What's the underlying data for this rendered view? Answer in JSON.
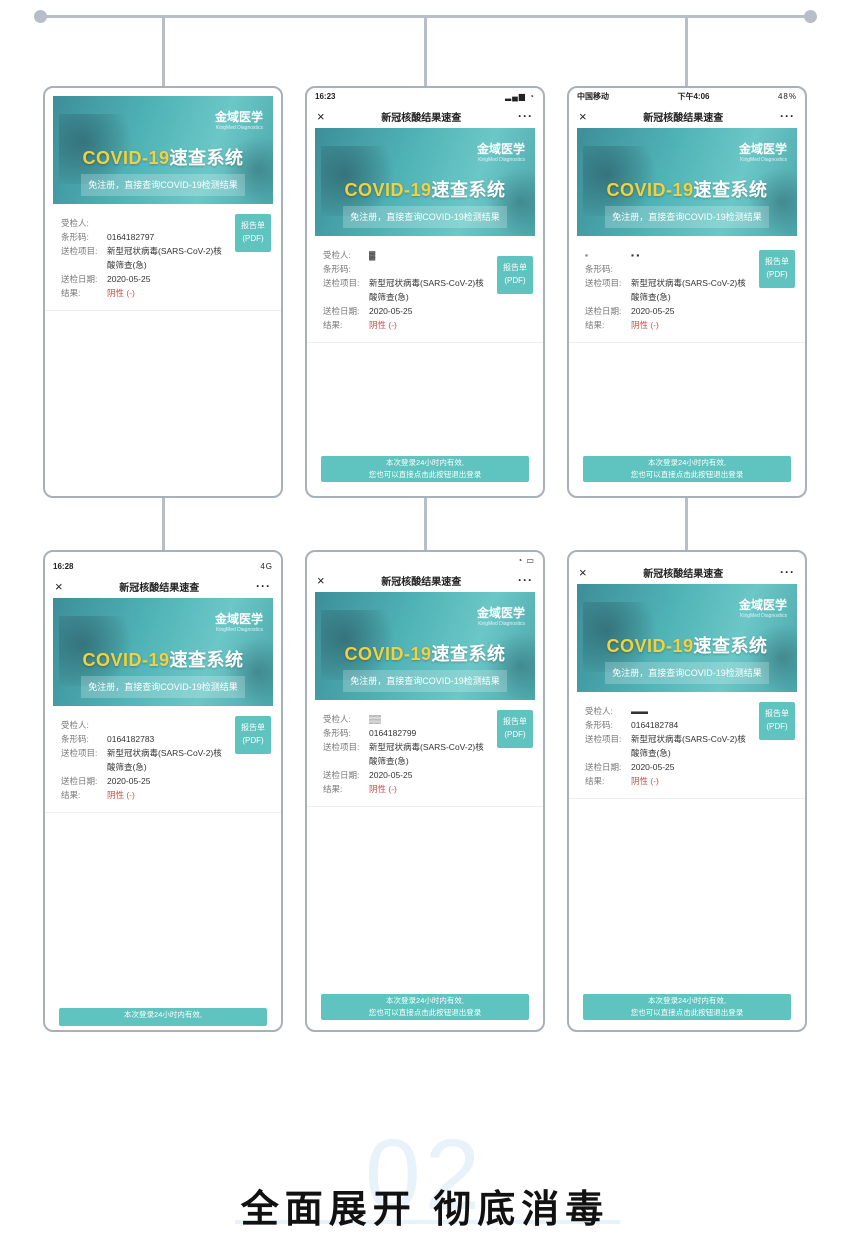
{
  "phone_common": {
    "nav_title": "新冠核酸结果速查",
    "brand": "金域医学",
    "brand_sub": "KingMed Diagnostics",
    "banner_title_en": "COVID-19",
    "banner_title_cn": "速查系统",
    "banner_subtitle": "免注册，直接查询COVID-19检测结果",
    "pdf_line1": "报告单",
    "pdf_line2": "(PDF)",
    "label_name": "受检人:",
    "label_barcode": "条形码:",
    "label_item": "送检项目:",
    "label_date": "送检日期:",
    "label_result": "结果:",
    "test_item": "新型冠状病毒(SARS-CoV-2)核酸筛查(急)",
    "test_date": "2020-05-25",
    "result": "阴性 (-)",
    "footer_line1": "本次登录24小时内有效,",
    "footer_line2": "您也可以直接点击此按钮退出登录",
    "close_icon": "×",
    "more_icon": "···"
  },
  "phones": [
    {
      "time": "",
      "carrier": "",
      "barcode": "0164182797",
      "battery": ""
    },
    {
      "time": "16:23",
      "carrier": "",
      "barcode": "",
      "battery": ""
    },
    {
      "time": "下午4:06",
      "carrier": "中国移动",
      "barcode": "",
      "battery": "48%"
    },
    {
      "time": "16:28",
      "carrier": "",
      "barcode": "0164182783",
      "battery": "4G"
    },
    {
      "time": "",
      "carrier": "",
      "barcode": "0164182799",
      "battery": ""
    },
    {
      "time": "",
      "carrier": "",
      "barcode": "0164182784",
      "battery": ""
    }
  ],
  "bottom": {
    "number": "02",
    "headline": "全面展开 彻底消毒"
  }
}
